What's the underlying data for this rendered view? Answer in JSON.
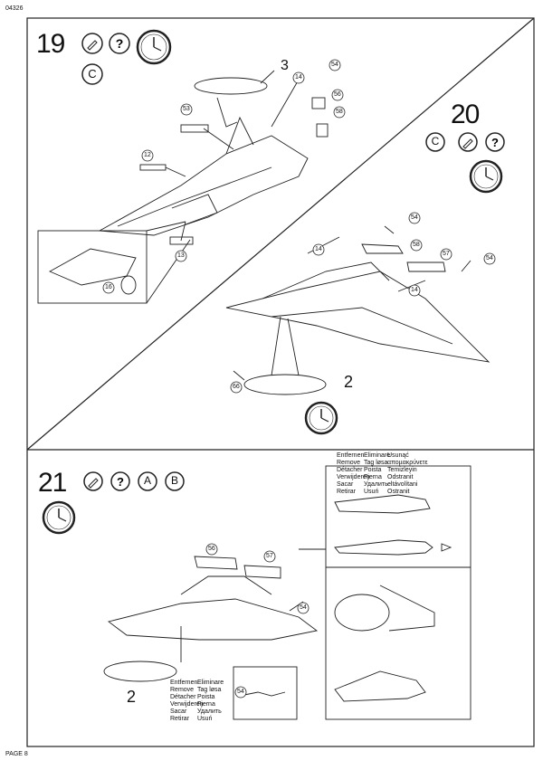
{
  "header": {
    "code": "04326"
  },
  "footer": {
    "page": "PAGE 8"
  },
  "steps": [
    {
      "number": "19",
      "badge": "C"
    },
    {
      "number": "20",
      "badge": "C"
    },
    {
      "number": "21",
      "badges": [
        "A",
        "B"
      ]
    }
  ],
  "callouts": {
    "s19": [
      "3",
      "14",
      "54",
      "53",
      "56",
      "58",
      "12",
      "13",
      "16"
    ],
    "s20": [
      "54",
      "14",
      "58",
      "57",
      "54",
      "14",
      "66",
      "2"
    ],
    "s21": [
      "56",
      "57",
      "54",
      "2",
      "54"
    ]
  },
  "remove_legend": {
    "col1": [
      "Entfernen",
      "Remove",
      "Détacher",
      "Verwijderen",
      "Sacar",
      "Retirar"
    ],
    "col2": [
      "Eliminare",
      "Tag løsa",
      "Poista",
      "Fjerna",
      "Удалить",
      "Usuń"
    ],
    "col3": [
      "Usunąć",
      "αποµακρύνετε",
      "Temizleyin",
      "Odstranit",
      "eltávolítani",
      "Ostranit"
    ]
  },
  "colors": {
    "line": "#222222",
    "fill": "#ffffff",
    "ghost": "#dddddd"
  },
  "icons": [
    "glue-icon",
    "question-icon",
    "clock-icon",
    "decal-icon"
  ]
}
